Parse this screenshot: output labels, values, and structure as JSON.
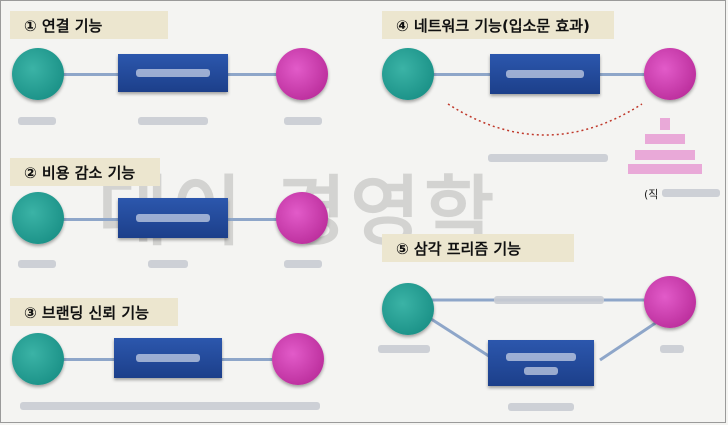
{
  "sections": {
    "s1": {
      "title": "① 연결 기능"
    },
    "s2": {
      "title": "② 비용 감소 기능"
    },
    "s3": {
      "title": "③ 브랜딩 신뢰 기능"
    },
    "s4": {
      "title": "④ 네트워크 기능(입소문 효과)"
    },
    "s5": {
      "title": "⑤ 삼각 프리즘 기능"
    }
  },
  "watermark": "데이 경영학",
  "partial_label": "(직",
  "colors": {
    "teal": "#1a9a8f",
    "magenta": "#c4359f",
    "box_blue": "#244d9e",
    "header_bg": "#ece6cf"
  }
}
